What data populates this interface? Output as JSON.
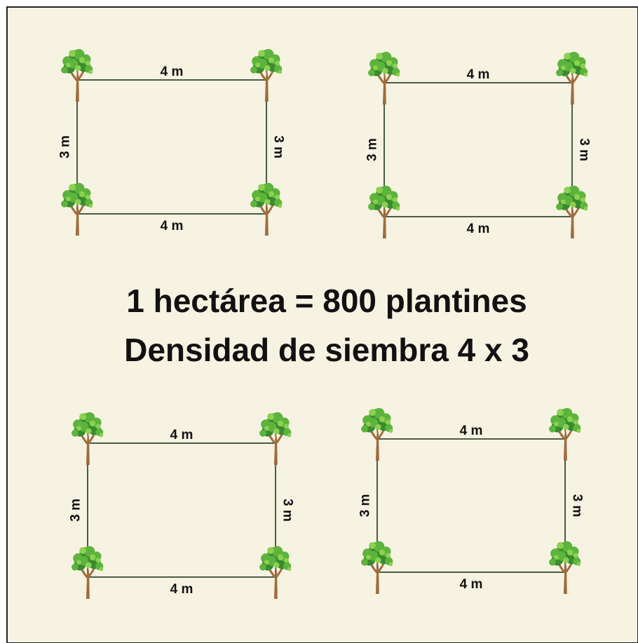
{
  "title": {
    "line1": "1 hectárea = 800 plantines",
    "line2": "Densidad de siembra 4 x 3"
  },
  "colors": {
    "background": "#f7f3e3",
    "frame": "#222222",
    "line": "#4a5d44",
    "trunk": "#a06b3c",
    "leaf_dark": "#3a8a2f",
    "leaf_mid": "#5db43c",
    "leaf_light": "#8bd14f",
    "text": "#111111"
  },
  "icons": {
    "tree": "tree-icon"
  },
  "plots": [
    {
      "top_label": "4 m",
      "bottom_label": "4 m",
      "left_label": "3 m",
      "right_label": "3 m"
    },
    {
      "top_label": "4 m",
      "bottom_label": "4 m",
      "left_label": "3 m",
      "right_label": "3 m"
    },
    {
      "top_label": "4 m",
      "bottom_label": "4 m",
      "left_label": "3 m",
      "right_label": "3 m"
    },
    {
      "top_label": "4 m",
      "bottom_label": "4 m",
      "left_label": "3 m",
      "right_label": "3 m"
    }
  ]
}
